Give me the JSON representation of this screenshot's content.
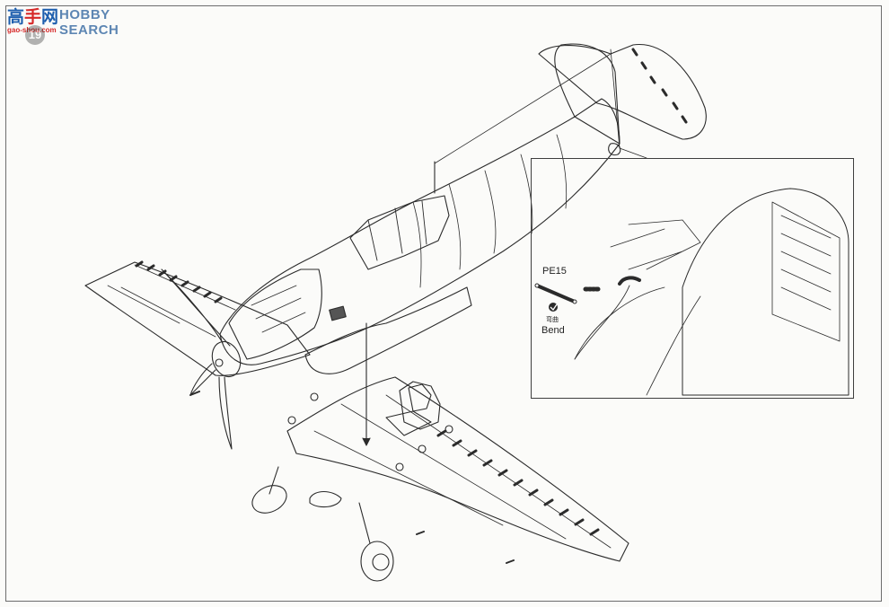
{
  "watermark": {
    "cn_blue": "高",
    "cn_red": "手",
    "cn_blue2": "网",
    "en": "HOBBY SEARCH",
    "url": "gao-shou.com"
  },
  "step": {
    "number": "19"
  },
  "detail": {
    "part_label": "PE15",
    "bend_cn": "弯曲",
    "bend_en": "Bend"
  }
}
